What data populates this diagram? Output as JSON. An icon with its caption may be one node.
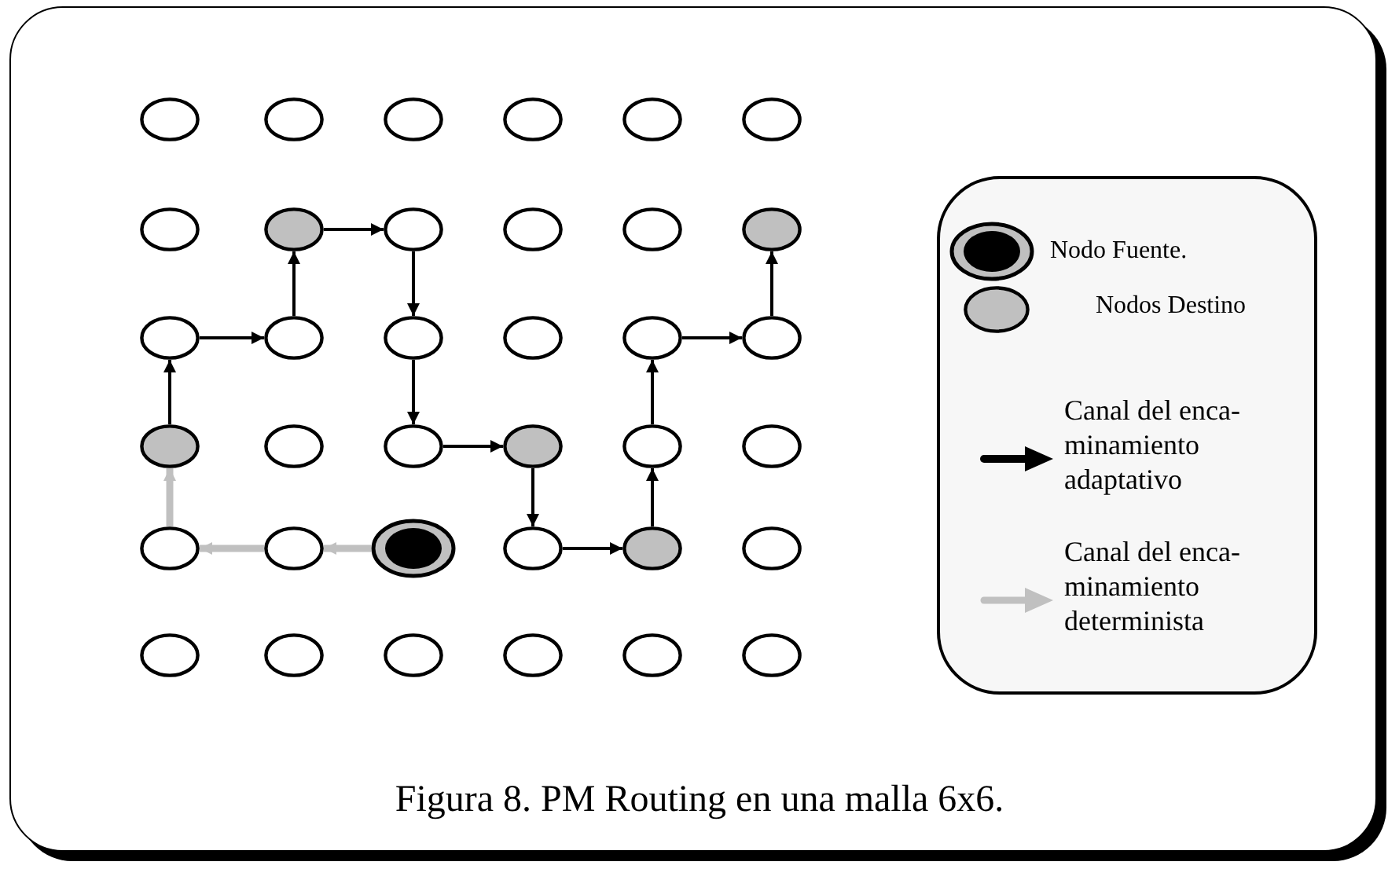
{
  "diagram": {
    "caption": "Figura 8. PM Routing en una malla 6x6.",
    "nodes": [
      {
        "text": [],
        "shape": "ellipse"
      },
      {
        "text": [],
        "shape": "ellipse"
      },
      {
        "text": [],
        "shape": "ellipse"
      },
      {
        "text": [],
        "shape": "ellipse"
      },
      {
        "text": [],
        "shape": "ellipse"
      },
      {
        "text": [],
        "shape": "ellipse"
      },
      {
        "text": [],
        "shape": "ellipse"
      },
      {
        "text": [],
        "shape": "ellipse"
      },
      {
        "text": [],
        "shape": "ellipse"
      },
      {
        "text": [],
        "shape": "ellipse"
      },
      {
        "text": [],
        "shape": "ellipse"
      },
      {
        "text": [],
        "shape": "ellipse"
      },
      {
        "text": [],
        "shape": "ellipse"
      },
      {
        "text": [],
        "shape": "ellipse"
      },
      {
        "text": [],
        "shape": "ellipse"
      },
      {
        "text": [],
        "shape": "ellipse"
      },
      {
        "text": [],
        "shape": "ellipse"
      },
      {
        "text": [],
        "shape": "ellipse"
      },
      {
        "text": [],
        "shape": "ellipse"
      },
      {
        "text": [],
        "shape": "ellipse"
      },
      {
        "text": [],
        "shape": "ellipse"
      },
      {
        "text": [],
        "shape": "ellipse"
      },
      {
        "text": [],
        "shape": "ellipse"
      },
      {
        "text": [],
        "shape": "ellipse"
      },
      {
        "text": [],
        "shape": "ellipse"
      },
      {
        "text": [],
        "shape": "ellipse"
      },
      {
        "text": [],
        "shape": "ellipse"
      },
      {
        "text": [],
        "shape": "ellipse"
      },
      {
        "text": [],
        "shape": "ellipse"
      },
      {
        "text": [],
        "shape": "ellipse"
      },
      {
        "text": [],
        "shape": "ellipse"
      },
      {
        "text": [],
        "shape": "ellipse"
      },
      {
        "text": [],
        "shape": "ellipse"
      },
      {
        "text": [],
        "shape": "ellipse"
      },
      {
        "text": [],
        "shape": "ellipse"
      },
      {
        "text": [],
        "shape": "ellipse"
      }
    ],
    "edges": [
      {
        "from": 18,
        "to": 12,
        "arrow": "to"
      },
      {
        "from": 12,
        "to": 13,
        "arrow": "to"
      },
      {
        "from": 13,
        "to": 7,
        "arrow": "to"
      },
      {
        "from": 7,
        "to": 8,
        "arrow": "to"
      },
      {
        "from": 8,
        "to": 14,
        "arrow": "to"
      },
      {
        "from": 14,
        "to": 20,
        "arrow": "to"
      },
      {
        "from": 20,
        "to": 21,
        "arrow": "to"
      },
      {
        "from": 21,
        "to": 27,
        "arrow": "to"
      },
      {
        "from": 27,
        "to": 28,
        "arrow": "to"
      },
      {
        "from": 28,
        "to": 22,
        "arrow": "to"
      },
      {
        "from": 22,
        "to": 16,
        "arrow": "to"
      },
      {
        "from": 16,
        "to": 17,
        "arrow": "to"
      },
      {
        "from": 17,
        "to": 11,
        "arrow": "to"
      },
      {
        "from": 26,
        "to": 25,
        "arrow": "to",
        "style": "thick",
        "color": "#c0c0c0"
      },
      {
        "from": 25,
        "to": 24,
        "arrow": "to",
        "style": "thick",
        "color": "#c0c0c0"
      },
      {
        "from": 24,
        "to": 18,
        "arrow": "to",
        "style": "thick",
        "color": "#c0c0c0"
      }
    ],
    "legend": [
      {
        "text": "Nodo Fuente."
      },
      {
        "text": "Nodos Destino"
      },
      {
        "text": "Canal del enca- minamiento adaptativo"
      },
      {
        "text": "Canal del enca- minamiento determinista"
      }
    ]
  }
}
